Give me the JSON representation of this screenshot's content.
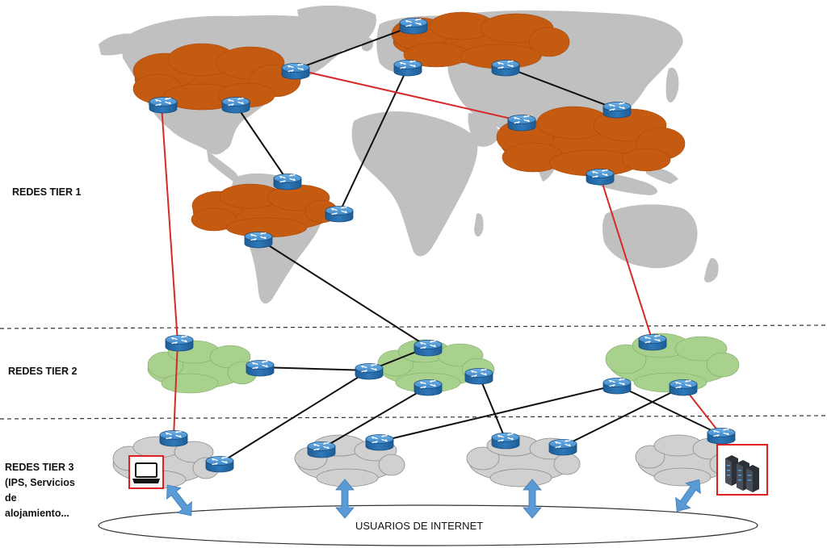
{
  "labels": {
    "tier1": "REDES TIER 1",
    "tier2": "REDES TIER 2",
    "tier3_line1": "REDES TIER 3",
    "tier3_line2": "(IPS, Servicios",
    "tier3_line3": "de",
    "tier3_line4": "alojamiento...",
    "users": "USUARIOS DE INTERNET"
  },
  "colors": {
    "tier1_cloud": "#C55A11",
    "tier2_cloud": "#A9D18E",
    "tier3_cloud": "#D0D0D0",
    "map": "#C0C0C0",
    "router": "#2E75B6",
    "link_black": "#111111",
    "link_red": "#D62A2A",
    "arrow": "#5B9BD5",
    "highlight_box": "#E02020"
  },
  "icons": {
    "router": "router-icon",
    "laptop": "laptop-icon",
    "servers": "server-rack-icon",
    "arrow": "double-arrow-icon"
  }
}
